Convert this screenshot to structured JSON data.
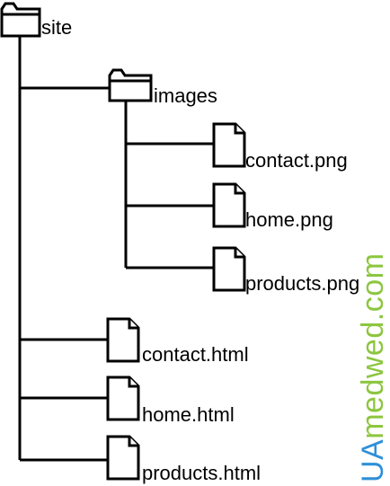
{
  "tree": {
    "root": {
      "name": "site",
      "icon": "folder-icon"
    },
    "images_folder": {
      "name": "images",
      "icon": "folder-icon"
    },
    "image_files": [
      {
        "name": "contact.png",
        "icon": "file-icon"
      },
      {
        "name": "home.png",
        "icon": "file-icon"
      },
      {
        "name": "products.png",
        "icon": "file-icon"
      }
    ],
    "html_files": [
      {
        "name": "contact.html",
        "icon": "file-icon"
      },
      {
        "name": "home.html",
        "icon": "file-icon"
      },
      {
        "name": "products.html",
        "icon": "file-icon"
      }
    ]
  },
  "watermark": {
    "part_a": "UA",
    "part_b": "medwed.com",
    "color_a": "#2f8fd8",
    "color_b": "#8cc63f"
  }
}
